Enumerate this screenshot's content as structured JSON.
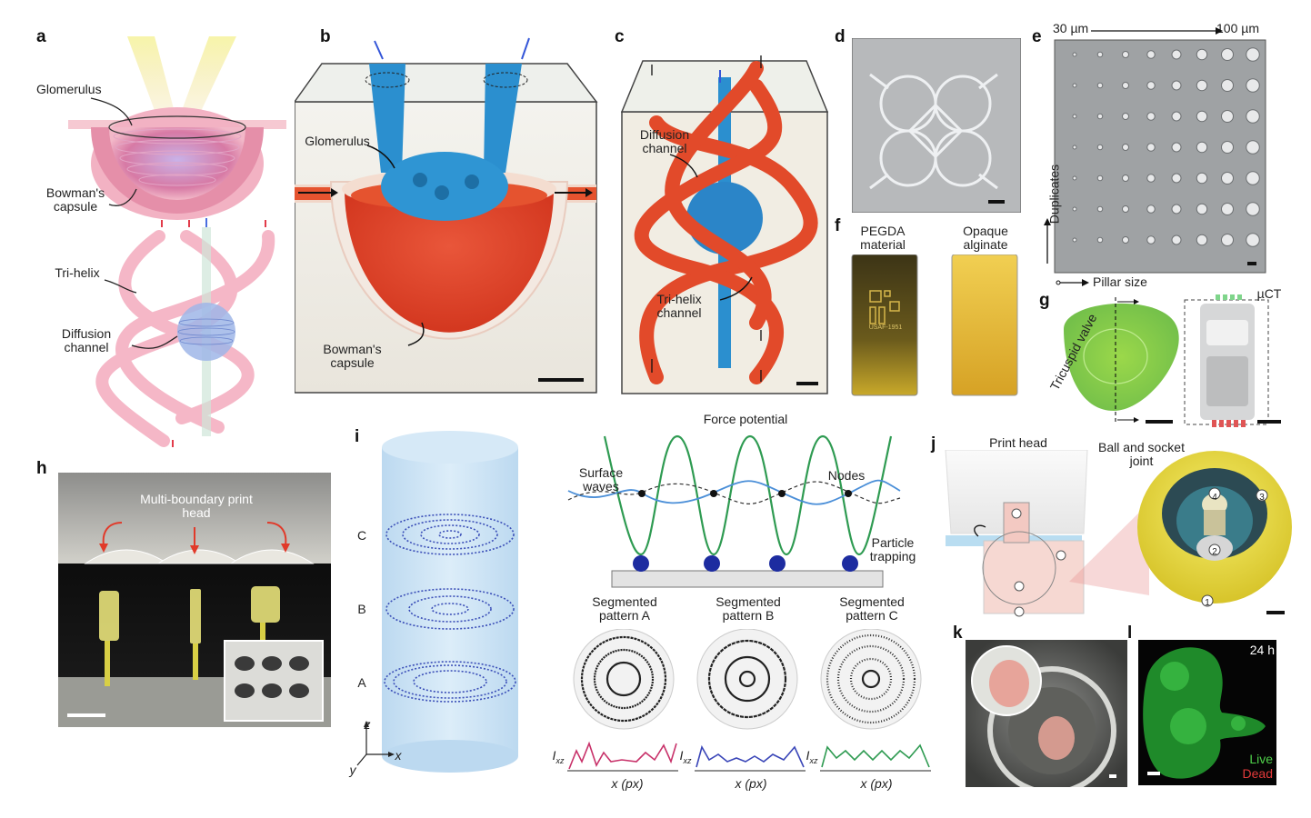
{
  "panel_letters": {
    "a": "a",
    "b": "b",
    "c": "c",
    "d": "d",
    "e": "e",
    "f": "f",
    "g": "g",
    "h": "h",
    "i": "i",
    "j": "j",
    "k": "k",
    "l": "l"
  },
  "panel_a": {
    "glomerulus": "Glomerulus",
    "bowmans": "Bowman's capsule",
    "trihelix": "Tri-helix",
    "diffusion": "Diffusion channel"
  },
  "panel_b": {
    "glomerulus": "Glomerulus",
    "bowmans": "Bowman's capsule"
  },
  "panel_c": {
    "diffusion": "Diffusion channel",
    "trihelix": "Tri-helix channel"
  },
  "panel_e": {
    "size_min": "30 µm",
    "size_max": "100 µm",
    "duplicates": "Duplicates",
    "pillar_size": "Pillar size"
  },
  "panel_f": {
    "pegda": "PEGDA material",
    "alginate": "Opaque alginate",
    "usaf": "USAF-1951"
  },
  "panel_g": {
    "valve": "Tricuspid valve",
    "uct": "µCT"
  },
  "panel_h": {
    "printhead": "Multi-boundary print head"
  },
  "panel_i": {
    "levels": [
      "C",
      "B",
      "A"
    ],
    "axes": {
      "z": "z",
      "x": "x",
      "y": "y"
    },
    "force": "Force potential",
    "surface": "Surface waves",
    "nodes": "Nodes",
    "trapping": "Particle trapping",
    "patterns": [
      "Segmented pattern A",
      "Segmented pattern B",
      "Segmented pattern C"
    ],
    "ilabel": "I",
    "isub": "xz",
    "xlabel": "x (px)"
  },
  "panel_j": {
    "printhead": "Print head",
    "joint": "Ball and socket joint",
    "n1": "1",
    "n2": "2",
    "n3": "3",
    "n4": "4"
  },
  "panel_l": {
    "time": "24 h",
    "live": "Live",
    "dead": "Dead"
  }
}
